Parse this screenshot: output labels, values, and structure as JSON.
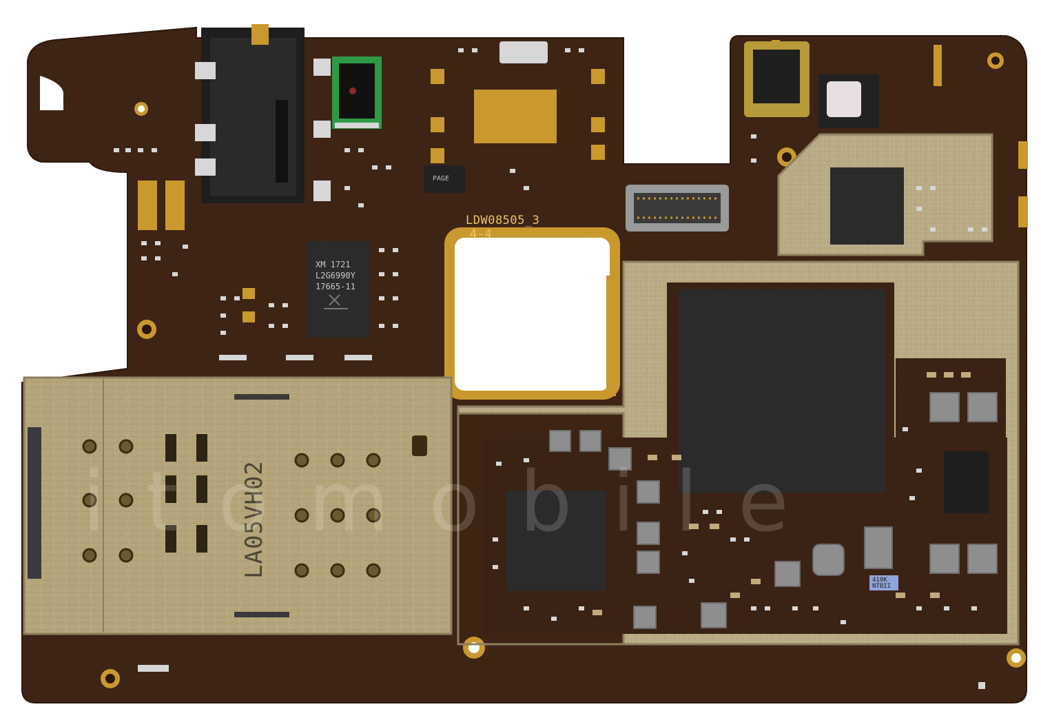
{
  "board": {
    "colors": {
      "pcb": "#3e2415",
      "pcb_dark": "#2c170c",
      "gold": "#c9992e",
      "shield": "#b9ab86",
      "shield_dark": "#8c7f5f",
      "chip": "#2a2a2a",
      "solder": "#d7d7d7",
      "silk": "#e9c46a"
    },
    "silkscreen": {
      "board_code": "LDW08505_3",
      "board_rev": "4-4"
    },
    "chip_marking": {
      "line1": "XM  1721",
      "line2": "L2G6990Y",
      "line3": "17665-11"
    },
    "sim_tray_marking": "LA05VH02",
    "small_chip_marking": "PAGE",
    "sensor_label": "410K\nNTBII",
    "watermark": "itomobile"
  }
}
